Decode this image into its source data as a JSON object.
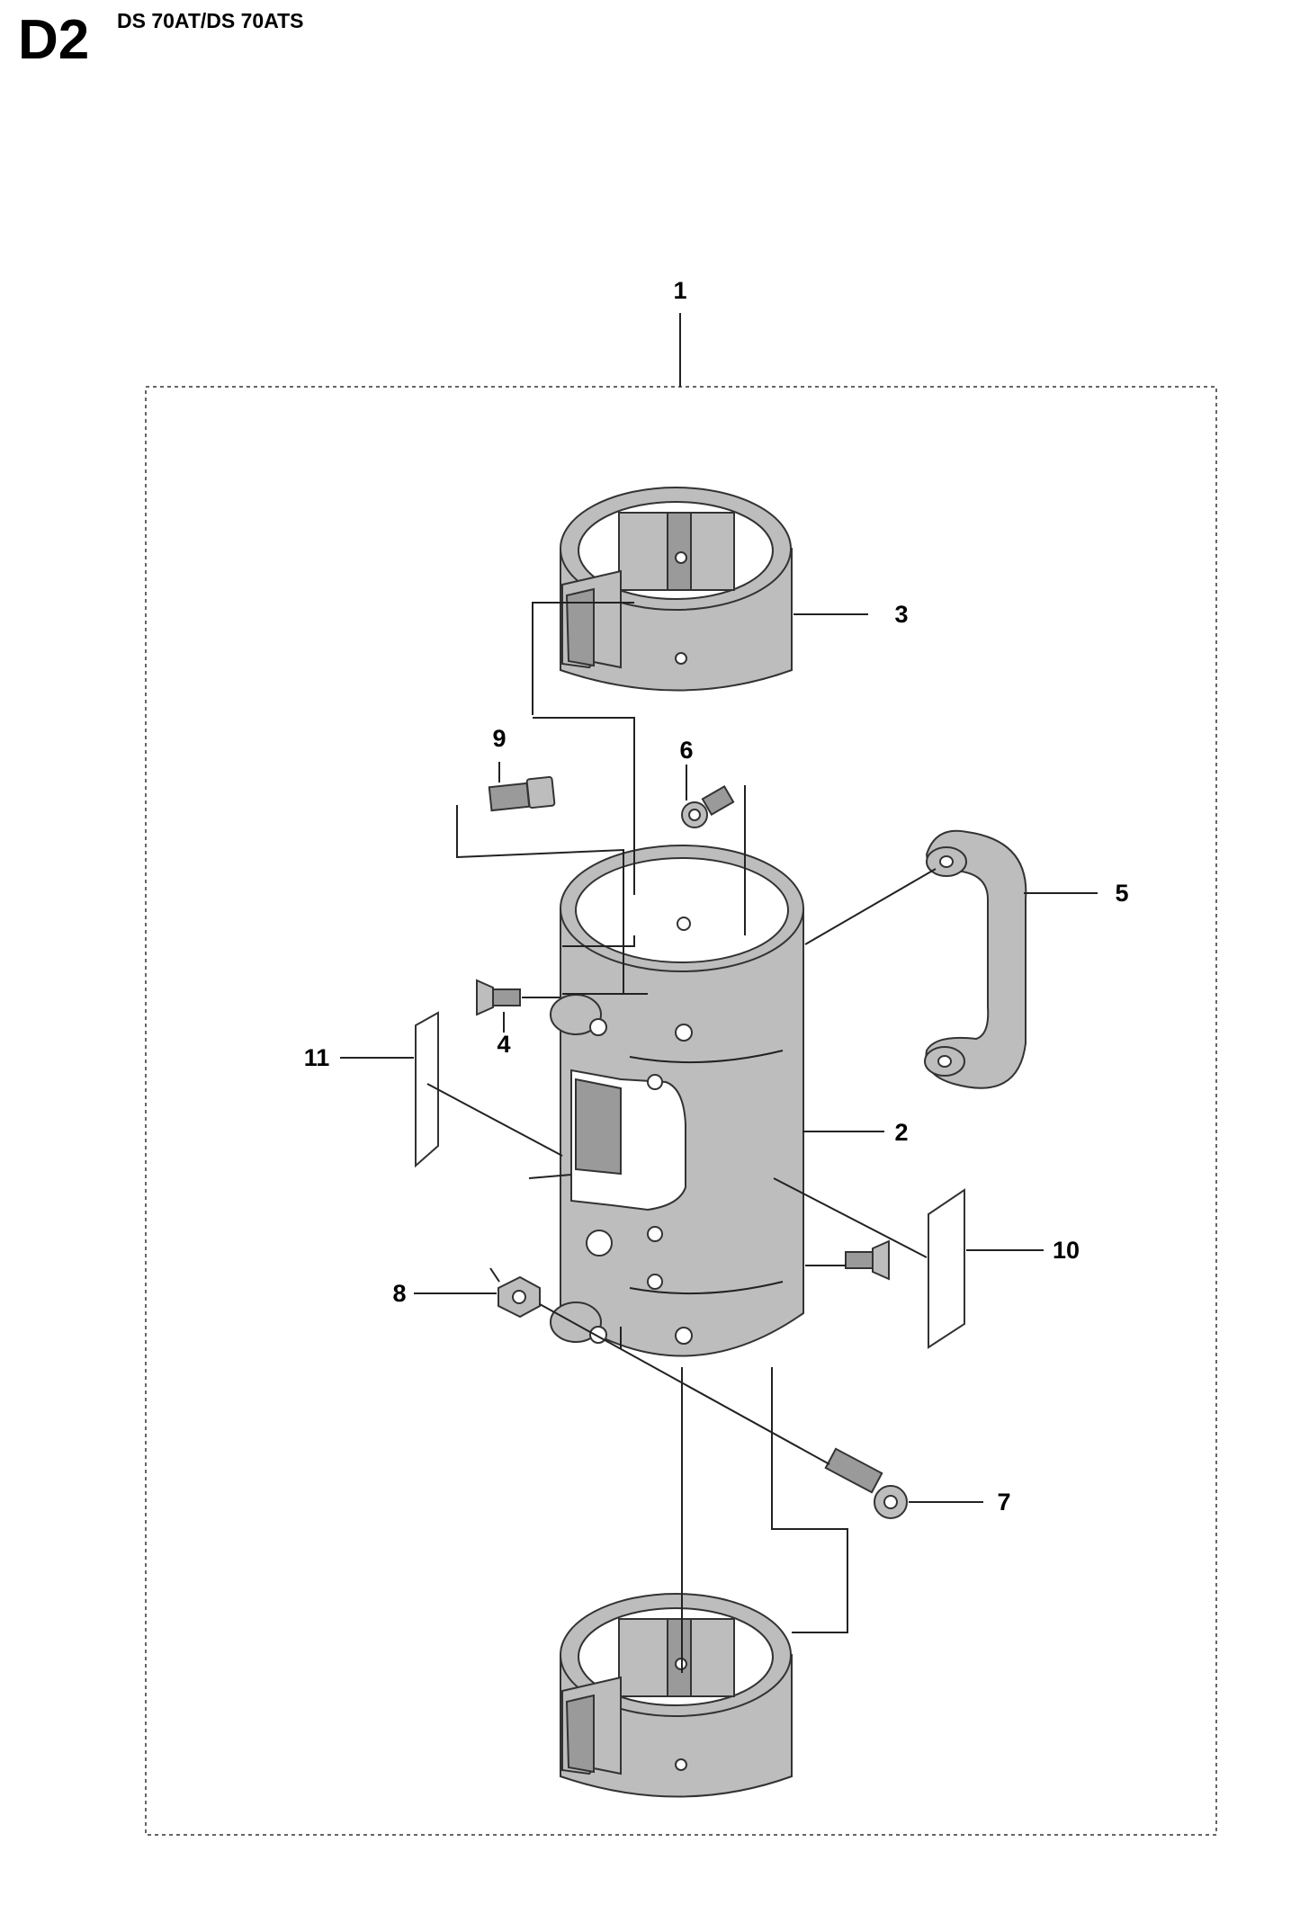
{
  "header": {
    "code": "D2",
    "model": "DS 70AT/DS 70ATS"
  },
  "callouts": {
    "c1": "1",
    "c2": "2",
    "c3": "3",
    "c4": "4",
    "c5": "5",
    "c6": "6",
    "c7": "7",
    "c8": "8",
    "c9": "9",
    "c10": "10",
    "c11": "11"
  }
}
